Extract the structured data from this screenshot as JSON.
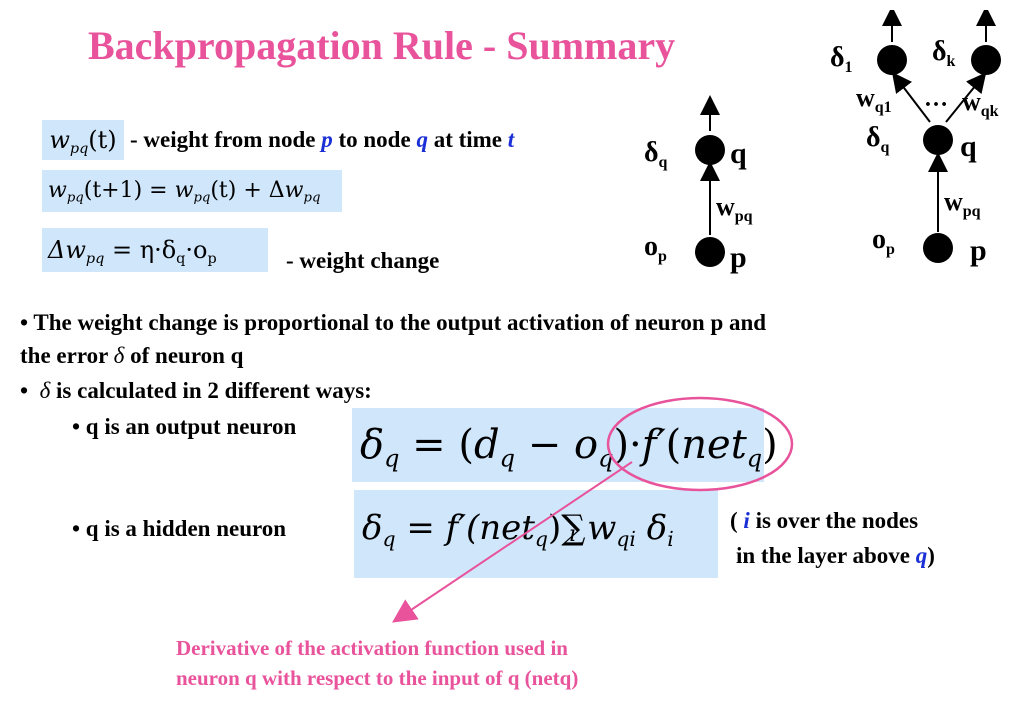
{
  "title": "Backpropagation Rule - Summary",
  "defs": {
    "weight_def": {
      "symbol_base": "w",
      "symbol_sub": "pq",
      "symbol_arg": "(t)",
      "desc_prefix": "- weight from node",
      "p": "p",
      "desc_mid1": "to node",
      "q": "q",
      "desc_mid2": "at time",
      "t": "t"
    },
    "update_eq": {
      "lhs_base": "w",
      "lhs_sub": "pq",
      "lhs_arg": "(t+1) = ",
      "rhs1_base": "w",
      "rhs1_sub": "pq",
      "rhs1_arg": "(t) + Δ",
      "rhs2_base": "w",
      "rhs2_sub": "pq"
    },
    "delta_w": {
      "lhs": "Δw",
      "lhs_sub": "pq",
      "rhs": "= η·δ",
      "rhs_sub1": "q",
      "mid": "·o",
      "rhs_sub2": "p",
      "desc": "- weight change"
    }
  },
  "bullets": {
    "b1": "• The weight change is proportional to the output activation of neuron p and",
    "b1_cont_pre": "the error",
    "delta": "δ",
    "b1_cont_post": "of neuron q",
    "b2_bullet": "•",
    "b2_post": "is calculated in 2 different ways:",
    "sub1": "• q is an output neuron",
    "sub2": "• q is a hidden neuron"
  },
  "eq_output": {
    "delta": "δ",
    "sub_q": "q",
    "eq": " = ",
    "lp": "(",
    "d": "d",
    "minus": " − ",
    "o": "o",
    "rp": ")",
    "dot": "·",
    "f": "f′",
    "net": "net",
    "lp2": "(",
    "rp2": ")"
  },
  "eq_hidden": {
    "delta": "δ",
    "sub_q": "q",
    "eq": " = f′(net",
    "close": ")",
    "sum": "∑",
    "sum_sub": "i",
    "w": "w",
    "w_sub": "qi",
    "delta2": "δ",
    "delta2_sub": "i"
  },
  "note": {
    "open": "(",
    "i": "i",
    "line1_post": "is over the nodes",
    "line2_pre": "in the layer above",
    "q": "q",
    "close": ")"
  },
  "annotation": {
    "line1": "Derivative of the activation function used in",
    "line2": "neuron q with respect to the input of q (netq)"
  },
  "diagram1": {
    "delta_q": "δ",
    "delta_q_sub": "q",
    "q": "q",
    "w": "w",
    "w_sub": "pq",
    "o_p": "o",
    "o_p_sub": "p",
    "p": "p"
  },
  "diagram2": {
    "delta1": "δ",
    "delta1_sub": "1",
    "deltak": "δ",
    "deltak_sub": "k",
    "wq1": "w",
    "wq1_sub": "q1",
    "dots": "…",
    "wqk": "w",
    "wqk_sub": "qk",
    "delta_q": "δ",
    "delta_q_sub": "q",
    "q": "q",
    "w": "w",
    "w_sub": "pq",
    "o_p": "o",
    "o_p_sub": "p",
    "p": "p"
  },
  "colors": {
    "title": "#e8539b",
    "box": "#cfe6fb",
    "accent_blue": "#1a2fd6",
    "annotation": "#e8539b"
  }
}
